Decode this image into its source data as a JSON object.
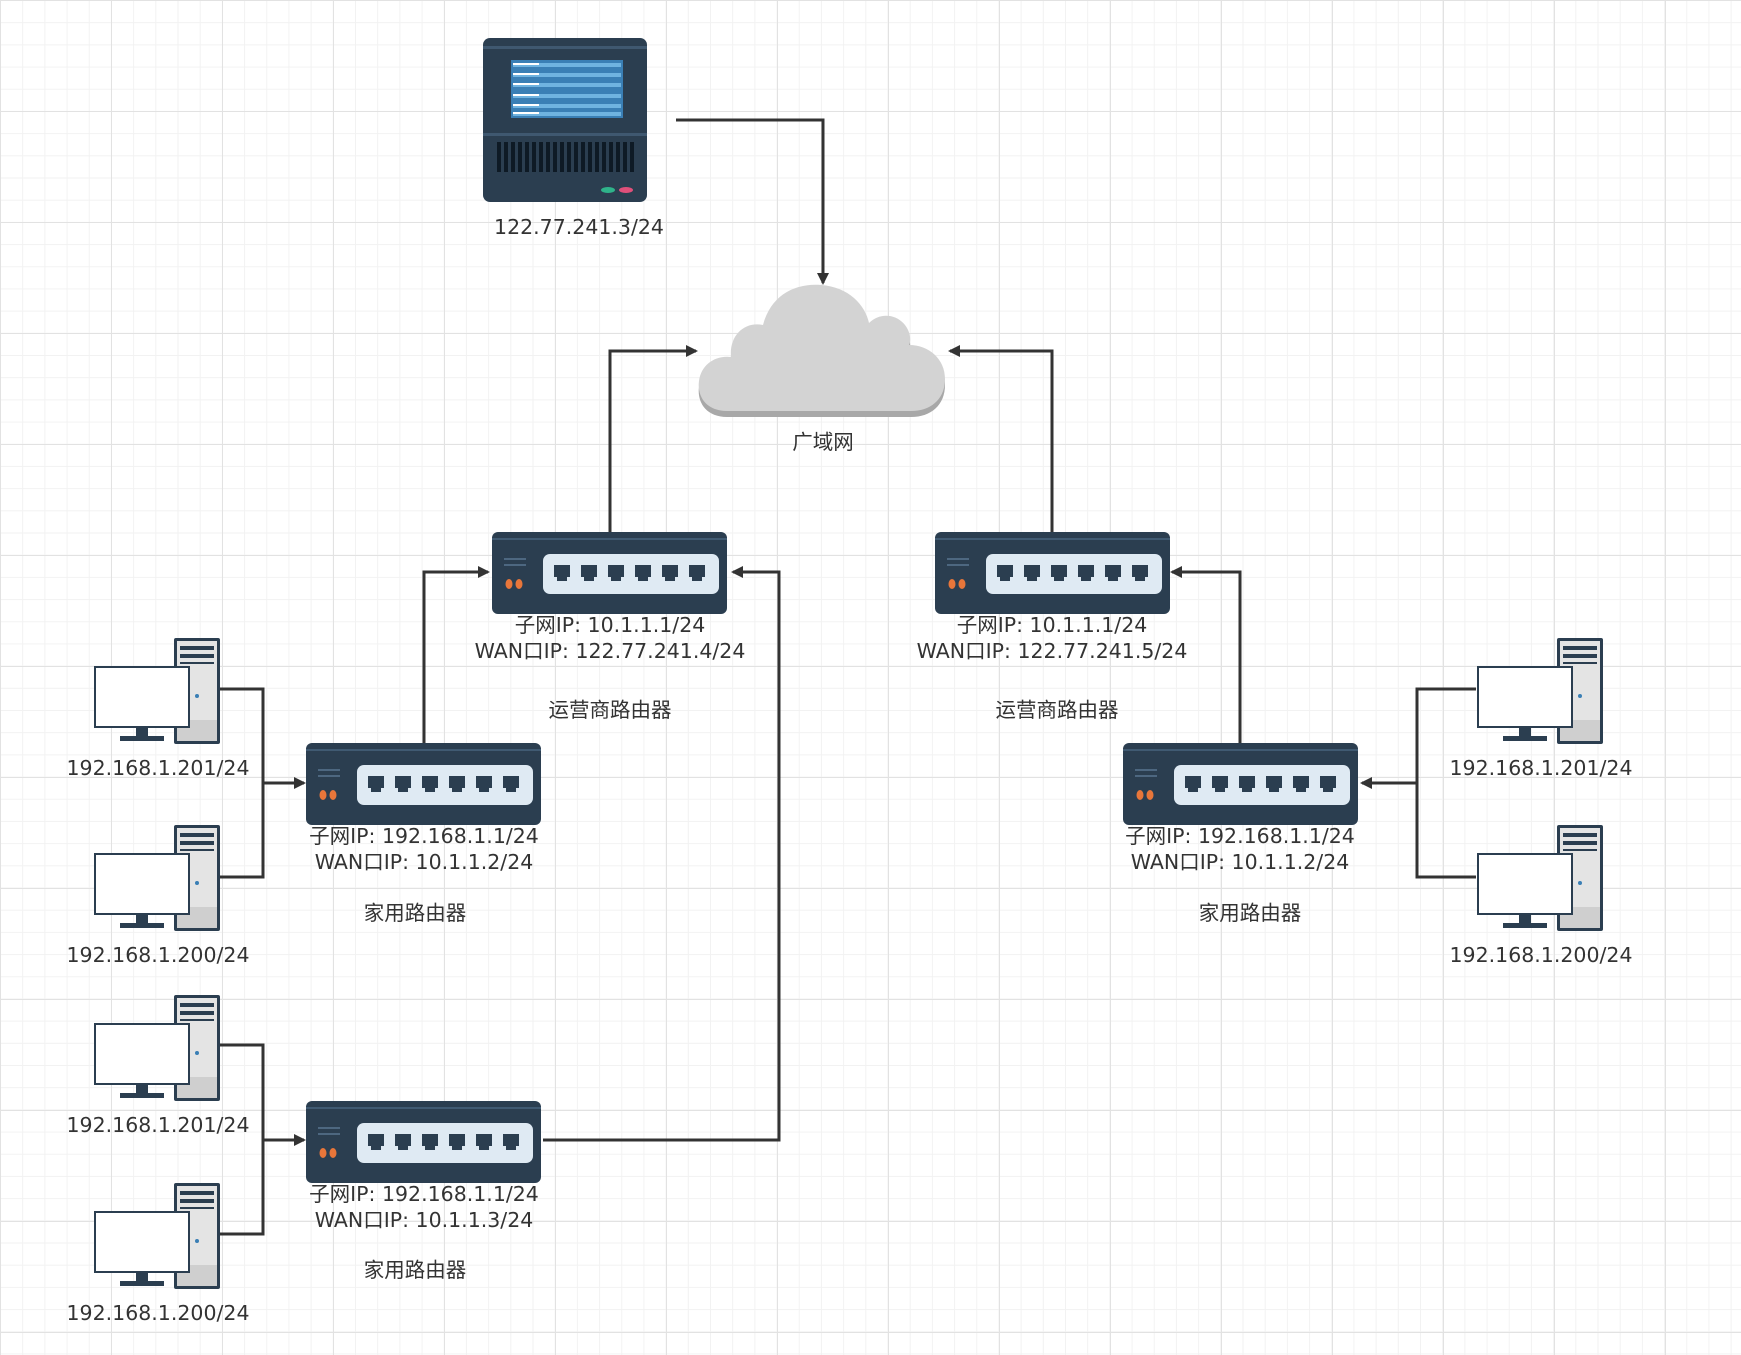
{
  "diagram": {
    "server": {
      "label": "122.77.241.3/24"
    },
    "cloud": {
      "label": "广域网"
    },
    "isp_left": {
      "subnet_ip": "子网IP:  10.1.1.1/24",
      "wan_ip": "WAN口IP:  122.77.241.4/24",
      "caption": "运营商路由器"
    },
    "isp_right": {
      "subnet_ip": "子网IP:  10.1.1.1/24",
      "wan_ip": "WAN口IP:  122.77.241.5/24",
      "caption": "运营商路由器"
    },
    "home_left_top": {
      "subnet_ip": "子网IP:  192.168.1.1/24",
      "wan_ip": "WAN口IP:  10.1.1.2/24",
      "caption": "家用路由器"
    },
    "home_left_bottom": {
      "subnet_ip": "子网IP:  192.168.1.1/24",
      "wan_ip": "WAN口IP:  10.1.1.3/24",
      "caption": "家用路由器"
    },
    "home_right": {
      "subnet_ip": "子网IP:  192.168.1.1/24",
      "wan_ip": "WAN口IP:  10.1.1.2/24",
      "caption": "家用路由器"
    },
    "pcs": {
      "left_top_1": "192.168.1.201/24",
      "left_top_2": "192.168.1.200/24",
      "left_bottom_1": "192.168.1.201/24",
      "left_bottom_2": "192.168.1.200/24",
      "right_1": "192.168.1.201/24",
      "right_2": "192.168.1.200/24"
    }
  },
  "colors": {
    "device_dark": "#2b3e50",
    "device_panel": "#dfeaf3",
    "cloud": "#d3d3d3",
    "edge": "#333333",
    "led_orange": "#e8763a"
  }
}
